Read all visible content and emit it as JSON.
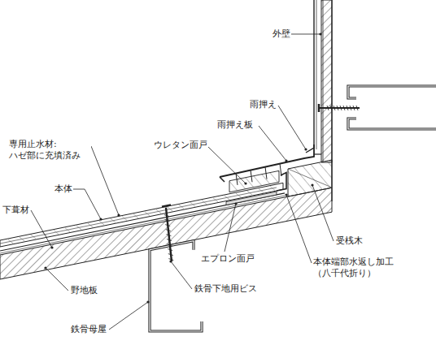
{
  "diagram": {
    "labels": [
      "外壁",
      "雨押え",
      "雨押え板",
      "ウレタン面戸",
      "専用止水材: ハゼ部に充填済み",
      "本体",
      "下葺材",
      "受桟木",
      "エプロン面戸",
      "本体端部水返し加工 （八千代折り）",
      "野地板",
      "鉄骨下地用ビス",
      "鉄骨母屋"
    ]
  }
}
